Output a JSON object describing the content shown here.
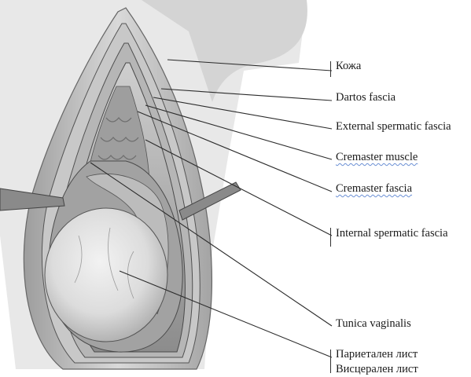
{
  "labels": [
    {
      "id": "koja",
      "text": "Кожа"
    },
    {
      "id": "dartos",
      "text": "Dartos fascia"
    },
    {
      "id": "external",
      "text": "External spermatic fascia"
    },
    {
      "id": "cremaster_muscle",
      "text": "Cremaster muscle"
    },
    {
      "id": "cremaster_fascia",
      "text": "Cremaster fascia"
    },
    {
      "id": "internal",
      "text": "Internal spermatic fascia"
    },
    {
      "id": "tunica",
      "text": "Tunica vaginalis"
    },
    {
      "id": "parietal",
      "text": "Париетален лист"
    },
    {
      "id": "visceral",
      "text": "Висцерален лист"
    }
  ],
  "colors": {
    "line": "#2b2b2b",
    "tissue_light": "#e6e6e6",
    "tissue_mid": "#bdbdbd",
    "tissue_dark": "#7a7a7a"
  }
}
